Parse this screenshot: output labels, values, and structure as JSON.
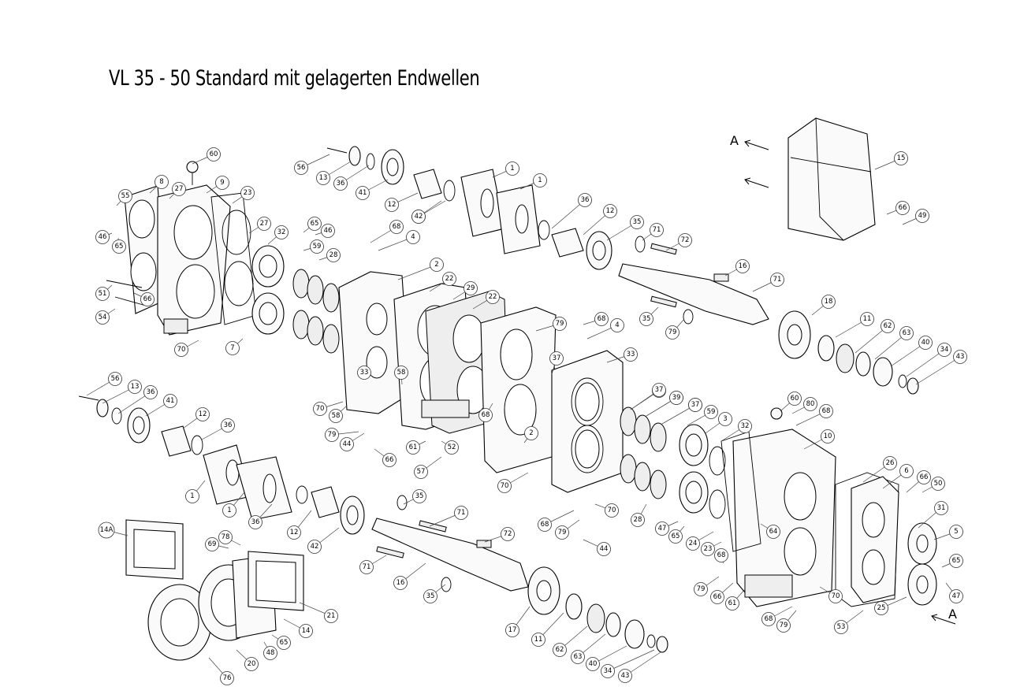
{
  "title": "VL 35 - 50 Standard mit gelagerten Endwellen",
  "view_marker": "A",
  "callouts": [
    "60",
    "8",
    "27",
    "9",
    "23",
    "55",
    "46",
    "65",
    "51",
    "66",
    "54",
    "70",
    "7",
    "32",
    "65",
    "46",
    "59",
    "28",
    "27",
    "56",
    "13",
    "36",
    "41",
    "12",
    "36",
    "1",
    "1",
    "36",
    "12",
    "42",
    "35",
    "71",
    "72",
    "16",
    "71",
    "35",
    "79",
    "68",
    "4",
    "2",
    "22",
    "29",
    "22",
    "79",
    "68",
    "4",
    "33",
    "37",
    "39",
    "37",
    "61",
    "33",
    "70",
    "58",
    "58",
    "68",
    "79",
    "44",
    "66",
    "61",
    "52",
    "57",
    "2",
    "70",
    "15",
    "66",
    "49",
    "18",
    "11",
    "62",
    "63",
    "40",
    "34",
    "43",
    "56",
    "13",
    "36",
    "41",
    "12",
    "36",
    "1",
    "1",
    "36",
    "12",
    "42",
    "35",
    "71",
    "72",
    "71",
    "16",
    "35",
    "14A",
    "78",
    "69",
    "21",
    "14",
    "48",
    "65",
    "20",
    "76",
    "17",
    "11",
    "62",
    "63",
    "40",
    "34",
    "43",
    "37",
    "39",
    "37",
    "59",
    "3",
    "32",
    "60",
    "80",
    "68",
    "10",
    "26",
    "6",
    "66",
    "50",
    "31",
    "5",
    "65",
    "47",
    "25",
    "53",
    "28",
    "47",
    "65",
    "24",
    "23",
    "64",
    "68",
    "79",
    "66",
    "61",
    "70",
    "68",
    "79",
    "68",
    "79",
    "44",
    "70"
  ]
}
